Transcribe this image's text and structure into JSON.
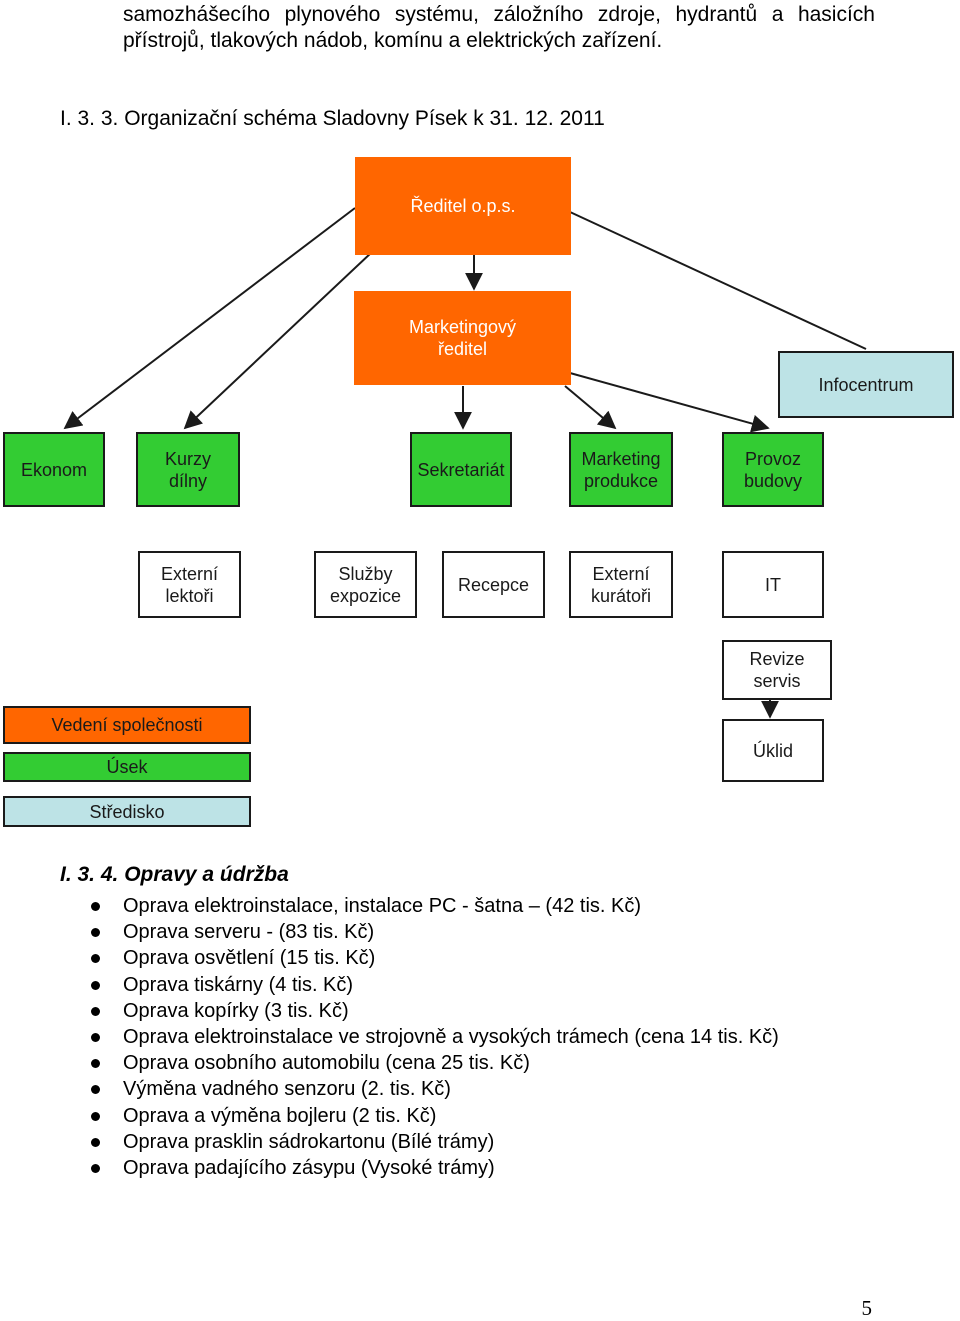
{
  "intro_paragraph": {
    "line1": "samozhášecího plynového systému, záložního zdroje, hydrantů a hasicích",
    "line2": "přístrojů, tlakových nádob, komínu a elektrických zařízení."
  },
  "org_heading": "I. 3. 3. Organizační schéma Sladovny Písek k 31. 12. 2011",
  "org_chart": {
    "director": "Ředitel o.p.s.",
    "marketing_director": [
      "Marketingový",
      "ředitel"
    ],
    "infocentrum": "Infocentrum",
    "ekonom": "Ekonom",
    "kurzy_dilny": [
      "Kurzy",
      "dílny"
    ],
    "sekretariat": "Sekretariát",
    "marketing_produkce": [
      "Marketing",
      "produkce"
    ],
    "provoz_budovy": [
      "Provoz",
      "budovy"
    ],
    "externi_lektori": [
      "Externí",
      "lektoři"
    ],
    "sluzby_expozice": [
      "Služby",
      "expozice"
    ],
    "recepce": "Recepce",
    "externi_kuratori": [
      "Externí",
      "kurátoři"
    ],
    "it": "IT",
    "revize_servis": [
      "Revize",
      "servis"
    ],
    "uklid": "Úklid",
    "colors": {
      "management": "#ff6600",
      "division": "#33cc33",
      "centre": "#bde3e6",
      "unit": "#ffffff"
    }
  },
  "legend": {
    "vedeni": "Vedení společnosti",
    "usek": "Úsek",
    "stredisko": "Středisko"
  },
  "repairs_heading": "I. 3. 4. Opravy a údržba",
  "repairs": [
    "Oprava elektroinstalace, instalace PC - šatna – (42 tis. Kč)",
    "Oprava serveru - (83 tis. Kč)",
    "Oprava osvětlení (15 tis. Kč)",
    "Oprava tiskárny (4 tis. Kč)",
    "Oprava kopírky (3 tis. Kč)",
    "Oprava elektroinstalace ve strojovně a vysokých trámech (cena 14 tis. Kč)",
    "Oprava osobního automobilu (cena 25 tis. Kč)",
    "Výměna vadného senzoru (2. tis. Kč)",
    "Oprava a výměna bojleru (2 tis. Kč)",
    "Oprava prasklin sádrokartonu (Bílé trámy)",
    "Oprava padajícího zásypu (Vysoké trámy)"
  ],
  "page_number": "5"
}
